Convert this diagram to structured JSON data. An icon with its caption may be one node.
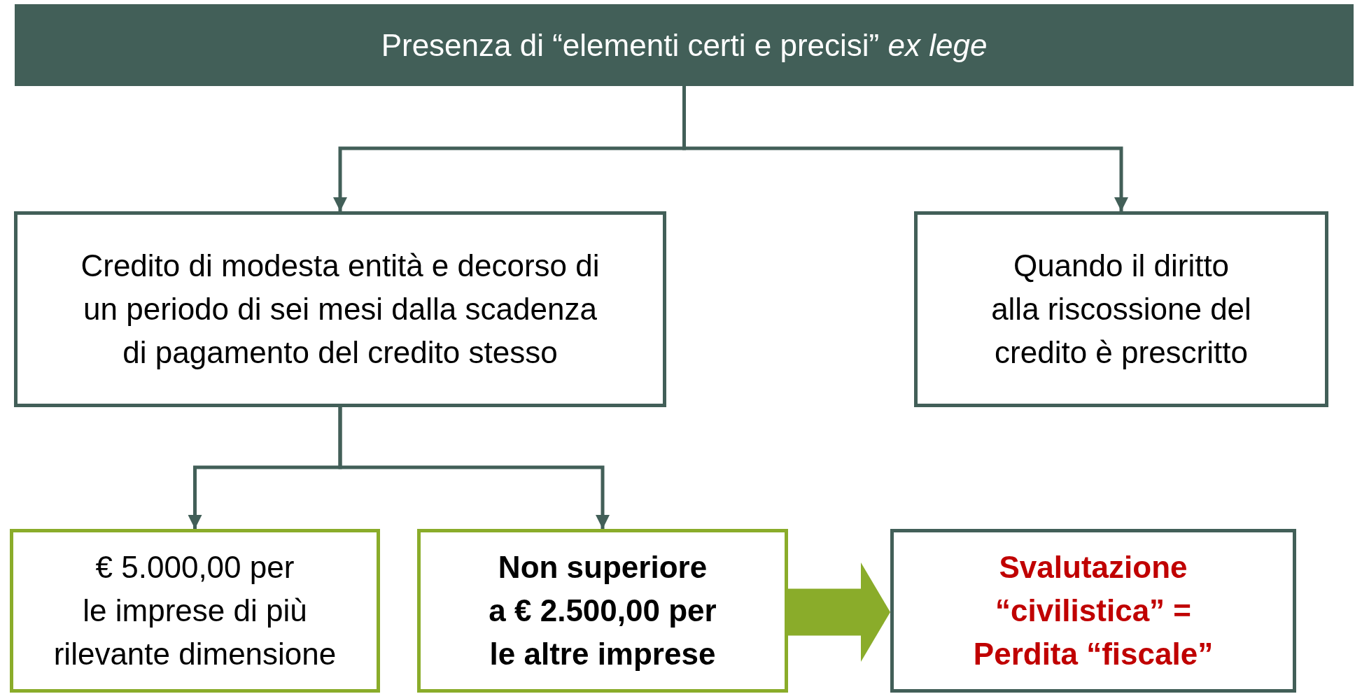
{
  "diagram": {
    "nodes": [
      {
        "text": [
          "Presenza di “elementi certi e precisi” *ex lege*"
        ]
      },
      {
        "text": [
          "Credito di modesta entità e decorso di un periodo di sei mesi dalla scadenza di pagamento del credito stesso"
        ]
      },
      {
        "text": [
          "Quando il diritto alla riscossione del credito è prescritto"
        ]
      },
      {
        "text": [
          "€ 5.000,00 per le imprese di più rilevante dimensione"
        ]
      },
      {
        "text": [
          "Non superiore a € 2.500,00 per le altre imprese"
        ]
      },
      {
        "text": [
          "Svalutazione “civilistica” = Perdita “fiscale”"
        ]
      }
    ],
    "edges": [
      {
        "from": 0,
        "to": 1,
        "arrow": "to"
      },
      {
        "from": 0,
        "to": 2,
        "arrow": "to"
      },
      {
        "from": 1,
        "to": 3,
        "arrow": "to"
      },
      {
        "from": 1,
        "to": 4,
        "arrow": "to"
      },
      {
        "from": 4,
        "to": 5,
        "arrow": "to",
        "style": "thick",
        "color": "#8aac2a"
      }
    ]
  }
}
